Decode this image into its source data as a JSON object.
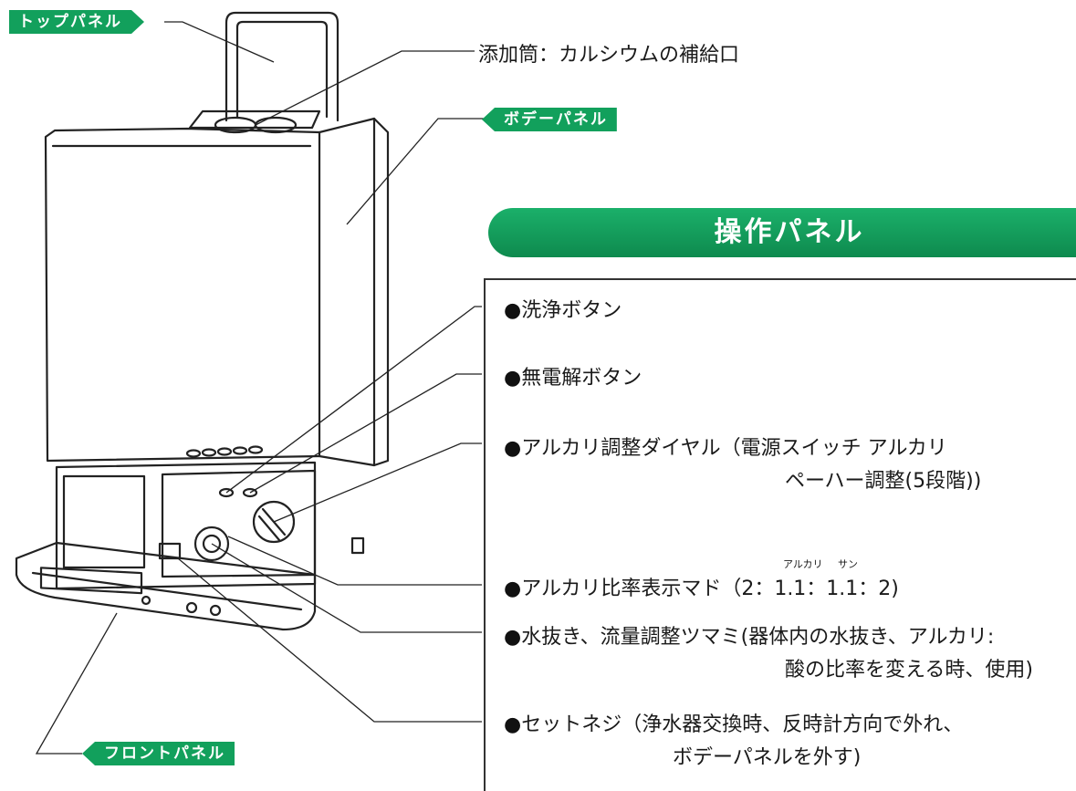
{
  "tags": {
    "top_panel": "トップパネル",
    "body_panel": "ボデーパネル",
    "front_panel": "フロントパネル"
  },
  "callouts": {
    "additive_tube": "添加筒：カルシウムの補給口"
  },
  "operation_panel": {
    "title": "操作パネル",
    "bullet": "●",
    "items": [
      {
        "line1": "洗浄ボタン"
      },
      {
        "line1": "無電解ボタン"
      },
      {
        "line1": "アルカリ調整ダイヤル（電源スイッチ アルカリ",
        "line2": "ペーハー調整(5段階))"
      },
      {
        "line1": "アルカリ比率表示マド（2：1.1：1.1：2)",
        "ruby_alkali": "アルカリ",
        "ruby_acid": "サン"
      },
      {
        "line1": "水抜き、流量調整ツマミ(器体内の水抜き、アルカリ:",
        "line2": "酸の比率を変える時、使用)"
      },
      {
        "line1": "セットネジ（浄水器交換時、反時計方向で外れ、",
        "line2": "ボデーパネルを外す)"
      }
    ]
  },
  "colors": {
    "accent": "#12a05c",
    "line": "#222222"
  }
}
